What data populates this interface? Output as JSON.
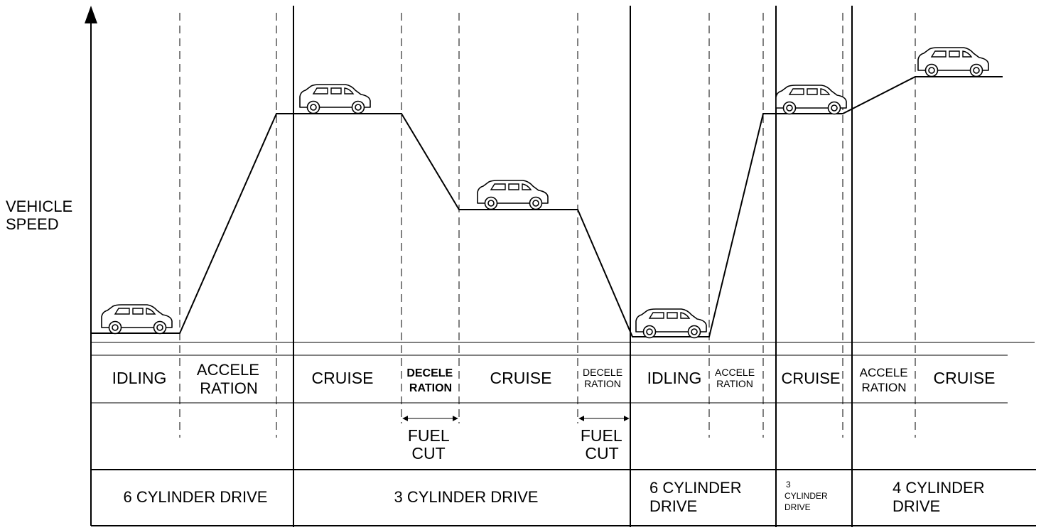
{
  "y_axis_label": [
    "VEHICLE",
    "SPEED"
  ],
  "phases": [
    {
      "id": "idling-1",
      "lines": [
        "IDLING"
      ]
    },
    {
      "id": "acceleration-1",
      "lines": [
        "ACCELE",
        "RATION"
      ]
    },
    {
      "id": "cruise-1",
      "lines": [
        "CRUISE"
      ]
    },
    {
      "id": "deceleration-1",
      "lines": [
        "DECELE",
        "RATION"
      ]
    },
    {
      "id": "cruise-2",
      "lines": [
        "CRUISE"
      ]
    },
    {
      "id": "deceleration-2",
      "lines": [
        "DECELE",
        "RATION"
      ]
    },
    {
      "id": "idling-2",
      "lines": [
        "IDLING"
      ]
    },
    {
      "id": "acceleration-2",
      "lines": [
        "ACCELE",
        "RATION"
      ]
    },
    {
      "id": "cruise-3",
      "lines": [
        "CRUISE"
      ]
    },
    {
      "id": "acceleration-3",
      "lines": [
        "ACCELE",
        "RATION"
      ]
    },
    {
      "id": "cruise-4",
      "lines": [
        "CRUISE"
      ]
    }
  ],
  "fuel_cut": [
    {
      "id": "fuel-cut-1",
      "lines": [
        "FUEL",
        "CUT"
      ]
    },
    {
      "id": "fuel-cut-2",
      "lines": [
        "FUEL",
        "CUT"
      ]
    }
  ],
  "drive_modes": [
    {
      "id": "six-cylinder-1",
      "lines": [
        "6 CYLINDER DRIVE"
      ]
    },
    {
      "id": "three-cylinder-1",
      "lines": [
        "3 CYLINDER DRIVE"
      ]
    },
    {
      "id": "six-cylinder-2",
      "lines": [
        "6 CYLINDER",
        "DRIVE"
      ]
    },
    {
      "id": "three-cylinder-2",
      "lines": [
        "3",
        "CYLINDER",
        "DRIVE"
      ]
    },
    {
      "id": "four-cylinder",
      "lines": [
        "4 CYLINDER",
        "DRIVE"
      ]
    }
  ],
  "car_icon": "car-icon"
}
